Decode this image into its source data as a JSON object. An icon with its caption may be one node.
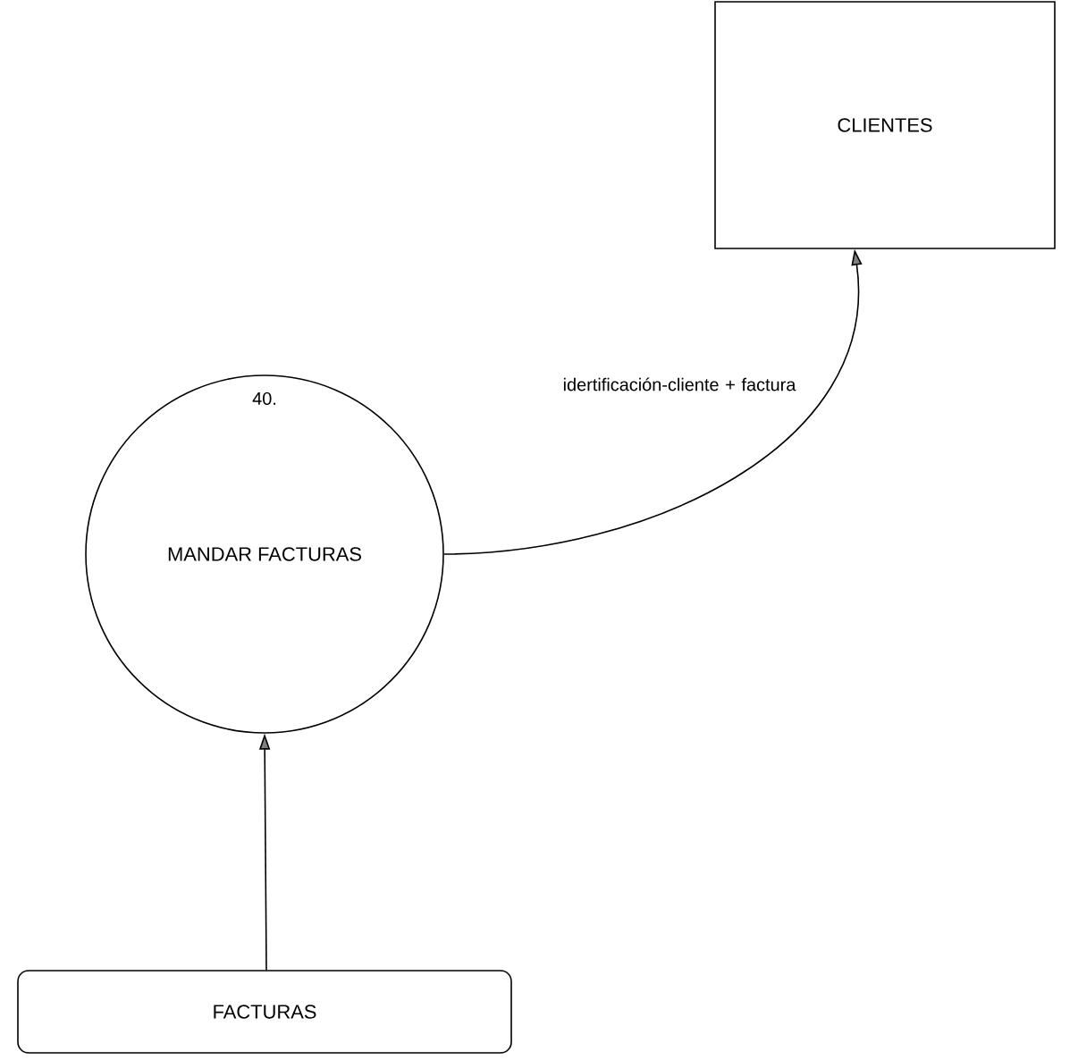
{
  "diagram": {
    "nodes": [
      {
        "text": [
          "CLIENTES"
        ]
      },
      {
        "text": [
          "40.",
          "MANDAR FACTURAS"
        ]
      },
      {
        "text": [
          "FACTURAS"
        ]
      }
    ],
    "edges": [
      {
        "from": 1,
        "to": 0,
        "arrow": "to",
        "label": "idertificación-cliente + factura"
      },
      {
        "from": 2,
        "to": 1,
        "arrow": "to"
      }
    ]
  }
}
